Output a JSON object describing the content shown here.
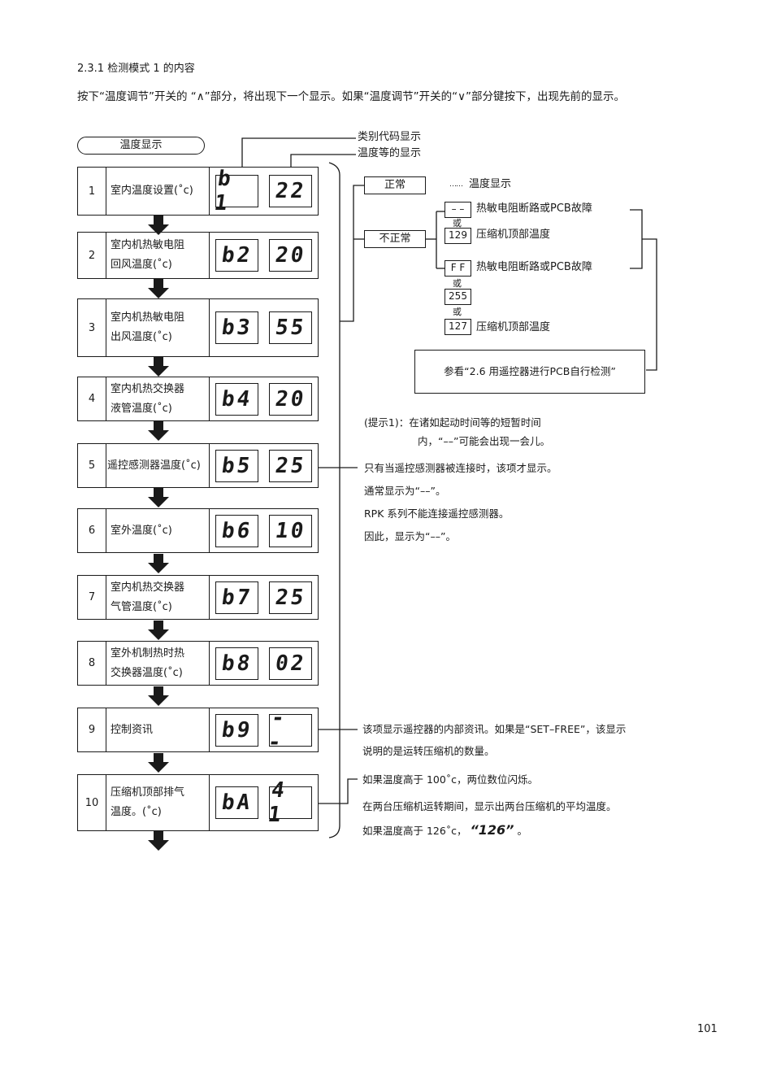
{
  "heading": "2.3.1 检测模式 1 的内容",
  "intro": "按下“温度调节”开关的 “∧”部分，将出现下一个显示。如果“温度调节”开关的“∨”部分键按下，出现先前的显示。",
  "start_label": "温度显示",
  "callout_category": "类别代码显示",
  "callout_temp": "温度等的显示",
  "rows": [
    {
      "num": "1",
      "line1": "室内温度设置(˚c)",
      "line2": "",
      "code": "b 1",
      "value": "22"
    },
    {
      "num": "2",
      "line1": "室内机热敏电阻",
      "line2": "回风温度(˚c)",
      "code": "b2",
      "value": "20"
    },
    {
      "num": "3",
      "line1": "室内机热敏电阻",
      "line2": "出风温度(˚c)",
      "code": "b3",
      "value": "55"
    },
    {
      "num": "4",
      "line1": "室内机热交换器",
      "line2": "液管温度(˚c)",
      "code": "b4",
      "value": "20"
    },
    {
      "num": "5",
      "line1": "遥控感测器温度(˚c)",
      "line2": "",
      "code": "b5",
      "value": "25"
    },
    {
      "num": "6",
      "line1": "室外温度(˚c)",
      "line2": "",
      "code": "b6",
      "value": "10"
    },
    {
      "num": "7",
      "line1": "室内机热交换器",
      "line2": "气管温度(˚c)",
      "code": "b7",
      "value": "25"
    },
    {
      "num": "8",
      "line1": "室外机制热时热",
      "line2": "交换器温度(˚c)",
      "code": "b8",
      "value": "02"
    },
    {
      "num": "9",
      "line1": "控制资讯",
      "line2": "",
      "code": "b9",
      "value": "- -"
    },
    {
      "num": "10",
      "line1": "压缩机顶部排气",
      "line2": "温度。(˚c)",
      "code": "bA",
      "value": "4 1"
    }
  ],
  "status": {
    "normal": "正常",
    "normal_desc": "温度显示",
    "normal_dots": "……",
    "abnormal": "不正常",
    "box_dash": "– –",
    "box_129": "129",
    "box_ff": "F F",
    "box_255": "255",
    "box_127": "127",
    "or": "或",
    "thermistor_fault": "热敏电阻断路或PCB故障",
    "compressor_top": "压缩机顶部温度",
    "see_ref": "参看“2.6 用遥控器进行PCB自行检测”"
  },
  "hint": {
    "line1": "(提示1)：在诸如起动时间等的短暂时间",
    "line2": "内，“––”可能会出现一会儿。"
  },
  "remote_notes": [
    "只有当遥控感测器被连接时，该项才显示。",
    "通常显示为“––”。",
    "RPK 系列不能连接遥控感测器。",
    "因此，显示为“––”。"
  ],
  "control_notes": [
    "该项显示遥控器的内部资讯。如果是“SET–FREE”，该显示",
    "说明的是运转压缩机的数量。"
  ],
  "compressor_notes": [
    "如果温度高于 100˚c，两位数位闪烁。",
    "在两台压缩机运转期间，显示出两台压缩机的平均温度。",
    "如果温度高于 126˚c，"
  ],
  "compressor_note_value": "“126”",
  "compressor_note_end": "。",
  "page_number": "101"
}
